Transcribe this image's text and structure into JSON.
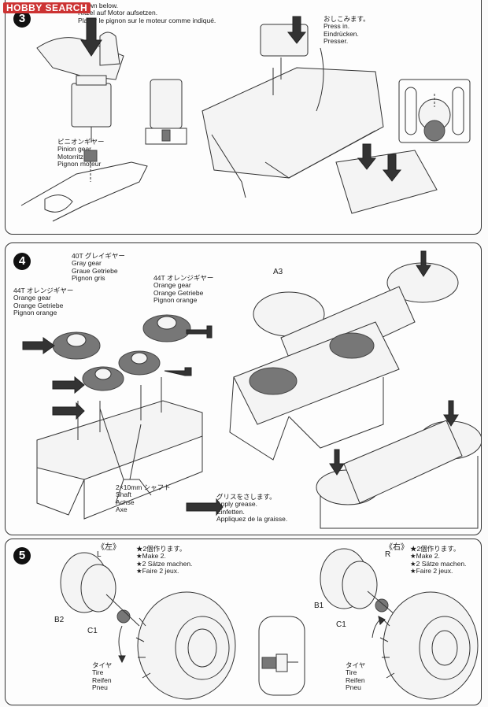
{
  "brand": "HOBBY SEARCH",
  "step3": {
    "number": "3",
    "instruction": "shown below.\nRitzel auf Motor aufsetzen.\nPlacer le pignon sur le moteur comme indiqué.",
    "pinion_label": "ピニオンギヤー\nPinion gear\nMotorritzel\nPignon moteur",
    "press_label": "おしこみます。\nPress in.\nEindrücken.\nPresser."
  },
  "step4": {
    "number": "4",
    "gray_gear": "40T グレイギヤー\nGray gear\nGraue Getriebe\nPignon gris",
    "orange_gear_left": "44T オレンジギヤー\nOrange gear\nOrange Getriebe\nPignon orange",
    "orange_gear_right": "44T オレンジギヤー\nOrange gear\nOrange Getriebe\nPignon orange",
    "shaft": "2×10mm シャフト\nShaft\nAchse\nAxe",
    "grease": "グリスをさします。\nApply grease.\nEinfetten.\nAppliquez de la graisse.",
    "part_a3": "A3"
  },
  "step5": {
    "number": "5",
    "left_heading": "《左》\nL",
    "left_note": "★2個作ります。\n★Make 2.\n★2 Sätze machen.\n★Faire 2 jeux.",
    "right_heading": "《右》\nR",
    "right_note": "★2個作ります。\n★Make 2.\n★2 Sätze machen.\n★Faire 2 jeux.",
    "part_b2": "B2",
    "part_c1_left": "C1",
    "part_b1": "B1",
    "part_c1_right": "C1",
    "tire_left": "タイヤ\nTire\nReifen\nPneu",
    "tire_right": "タイヤ\nTire\nReifen\nPneu"
  }
}
